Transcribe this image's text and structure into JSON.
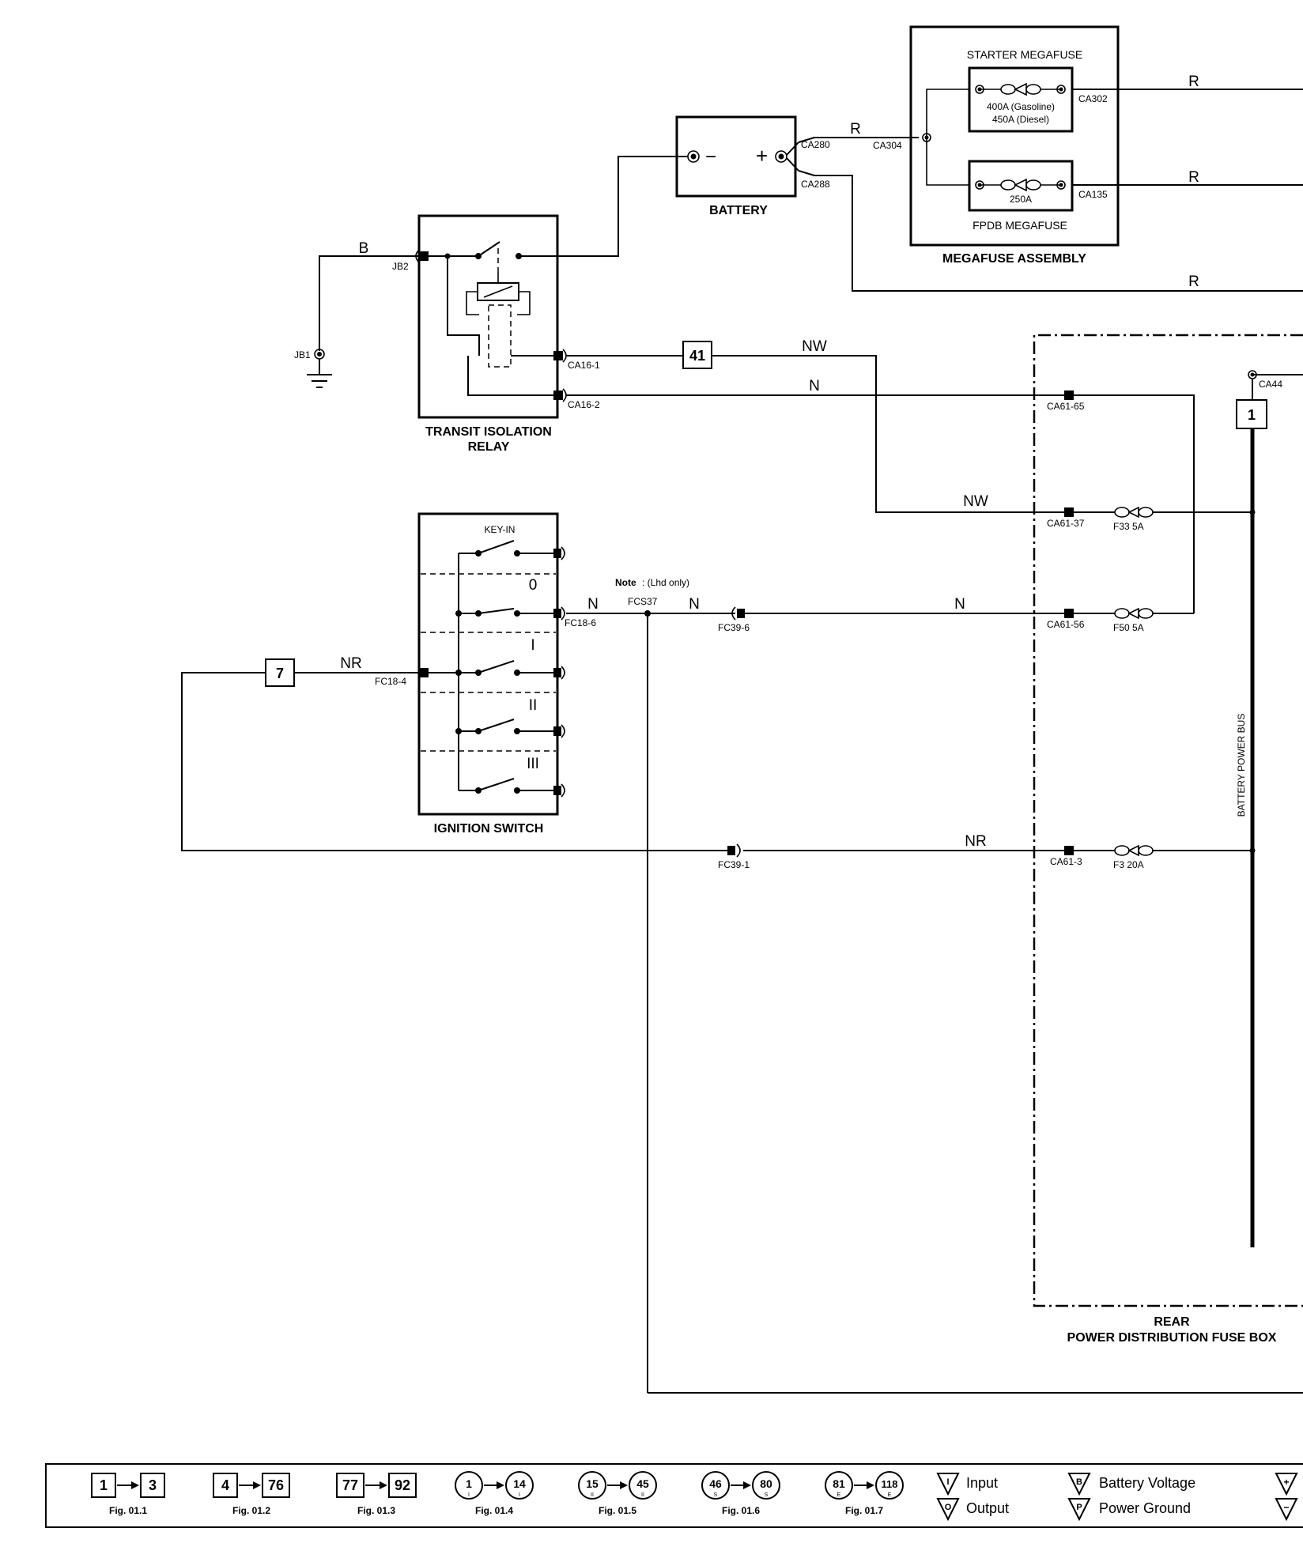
{
  "components": {
    "starter_megafuse": "STARTER MEGAFUSE",
    "starter_fuse_rating_1": "400A (Gasoline)",
    "starter_fuse_rating_2": "450A (Diesel)",
    "fpdb_megafuse": "FPDB MEGAFUSE",
    "fpdb_fuse_rating": "250A",
    "megafuse_assembly": "MEGAFUSE ASSEMBLY",
    "battery": "BATTERY",
    "battery_minus": "−",
    "battery_plus": "+",
    "relay_title_1": "TRANSIT ISOLATION",
    "relay_title_2": "RELAY",
    "ignition_switch": "IGNITION SWITCH",
    "key_in": "KEY-IN",
    "pos_0": "0",
    "pos_I": "I",
    "pos_II": "II",
    "pos_III": "III",
    "fusebox_title_1": "REAR",
    "fusebox_title_2": "POWER DISTRIBUTION FUSE BOX",
    "bus_label": "BATTERY POWER BUS",
    "note_bold": "Note",
    "note_rest": ": (Lhd only)"
  },
  "connectors": {
    "ca302": "CA302",
    "ca135": "CA135",
    "ca304": "CA304",
    "ca280": "CA280",
    "ca288": "CA288",
    "jb2": "JB2",
    "jb1": "JB1",
    "ca16_1": "CA16-1",
    "ca16_2": "CA16-2",
    "ca61_65": "CA61-65",
    "ca61_37": "CA61-37",
    "ca61_56": "CA61-56",
    "ca61_3": "CA61-3",
    "ca44": "CA44",
    "fc18_6": "FC18-6",
    "fc18_4": "FC18-4",
    "fcs37": "FCS37",
    "fc39_6": "FC39-6",
    "fc39_1": "FC39-1"
  },
  "fuses": {
    "f33": "F33 5A",
    "f50": "F50 5A",
    "f3": "F3 20A"
  },
  "wire_colors": {
    "r1": "R",
    "r2": "R",
    "r3": "R",
    "r4": "R",
    "b": "B",
    "nw1": "NW",
    "nw2": "NW",
    "n1": "N",
    "n2": "N",
    "n3": "N",
    "n4": "N",
    "nr1": "NR",
    "nr2": "NR"
  },
  "references": {
    "ref41": "41",
    "ref1": "1",
    "ref7": "7"
  },
  "legend": {
    "g1": {
      "a": "1",
      "b": "3",
      "fig": "Fig. 01.1"
    },
    "g2": {
      "a": "4",
      "b": "76",
      "fig": "Fig. 01.2"
    },
    "g3": {
      "a": "77",
      "b": "92",
      "fig": "Fig. 01.3"
    },
    "g4": {
      "a": "1",
      "as": "I",
      "b": "14",
      "bs": "I",
      "fig": "Fig. 01.4"
    },
    "g5": {
      "a": "15",
      "as": "II",
      "b": "45",
      "bs": "II",
      "fig": "Fig. 01.5"
    },
    "g6": {
      "a": "46",
      "as": "S",
      "b": "80",
      "bs": "S",
      "fig": "Fig. 01.6"
    },
    "g7": {
      "a": "81",
      "as": "E",
      "b": "118",
      "bs": "E",
      "fig": "Fig. 01.7"
    },
    "input_sym": "I",
    "input_label": "Input",
    "output_sym": "O",
    "output_label": "Output",
    "bv_sym": "B",
    "bv_label": "Battery Voltage",
    "pg_sym": "P",
    "pg_label": "Power Ground",
    "plus_sym": "+",
    "minus_sym": "−"
  }
}
